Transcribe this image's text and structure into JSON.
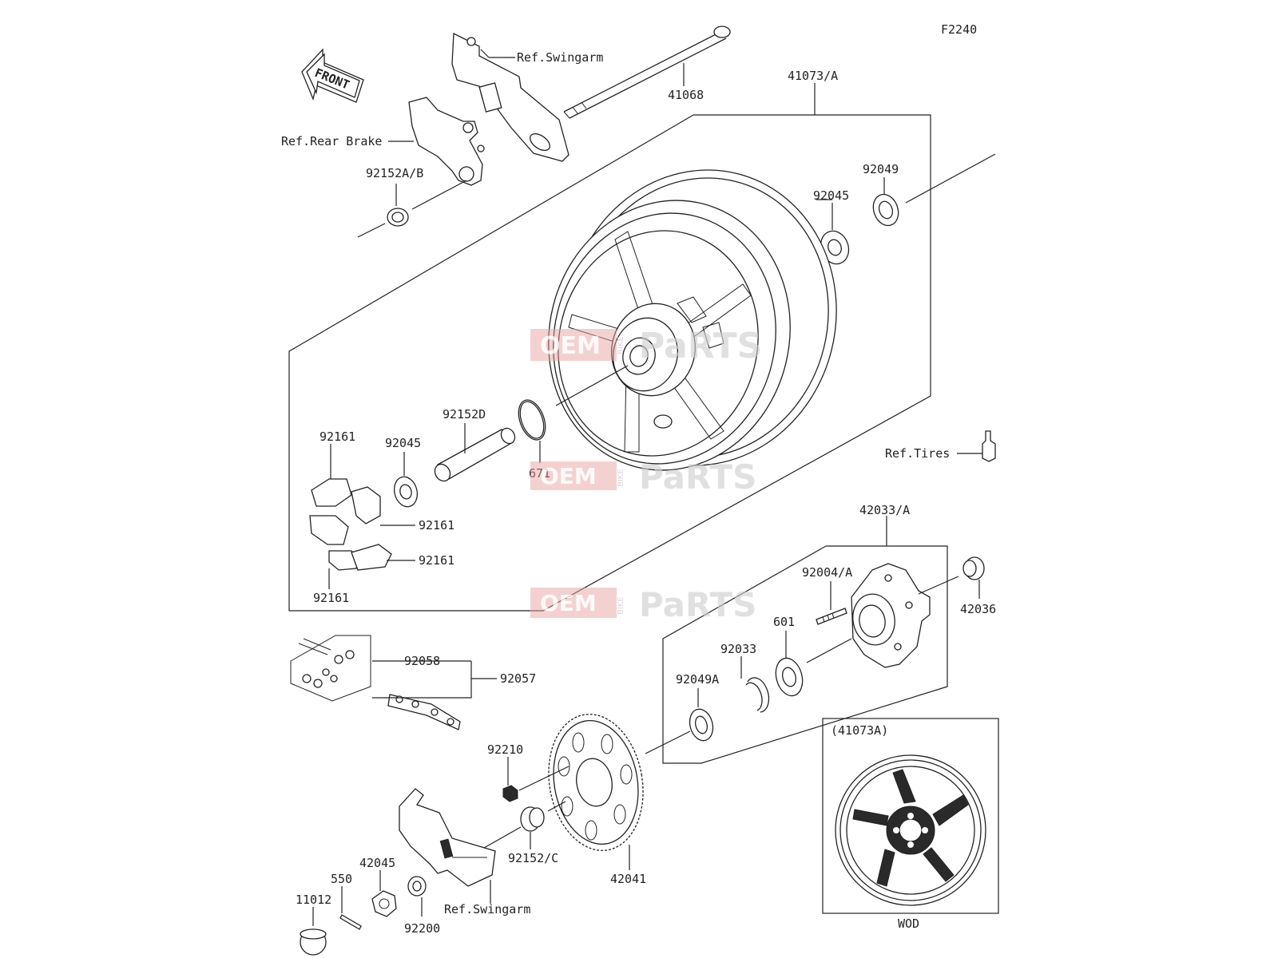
{
  "figure_code": "F2240",
  "front_arrow_label": "FRONT",
  "callouts": {
    "ref_swingarm_top": "Ref.Swingarm",
    "p41068": "41068",
    "p41073a": "41073/A",
    "ref_rear_brake": "Ref.Rear Brake",
    "p92152ab": "92152A/B",
    "p92049": "92049",
    "p92045_top": "92045",
    "p92152d": "92152D",
    "p671": "671",
    "p92161_a": "92161",
    "p92045_left": "92045",
    "p92161_b": "92161",
    "p92161_c": "92161",
    "p92161_d": "92161",
    "ref_tires": "Ref.Tires",
    "p42033a": "42033/A",
    "p92004a": "92004/A",
    "p42036": "42036",
    "p601": "601",
    "p92033": "92033",
    "p92049a": "92049A",
    "p92058": "92058",
    "p92057": "92057",
    "p92210": "92210",
    "p92152c": "92152/C",
    "p42041": "42041",
    "p42045": "42045",
    "p550": "550",
    "p11012": "11012",
    "p92200": "92200",
    "ref_swingarm_bottom": "Ref.Swingarm"
  },
  "inset": {
    "title": "(41073A)",
    "caption": "WOD"
  },
  "watermark": {
    "part1": "OEM",
    "part2": "BIKE",
    "part3": "PaRTS"
  }
}
